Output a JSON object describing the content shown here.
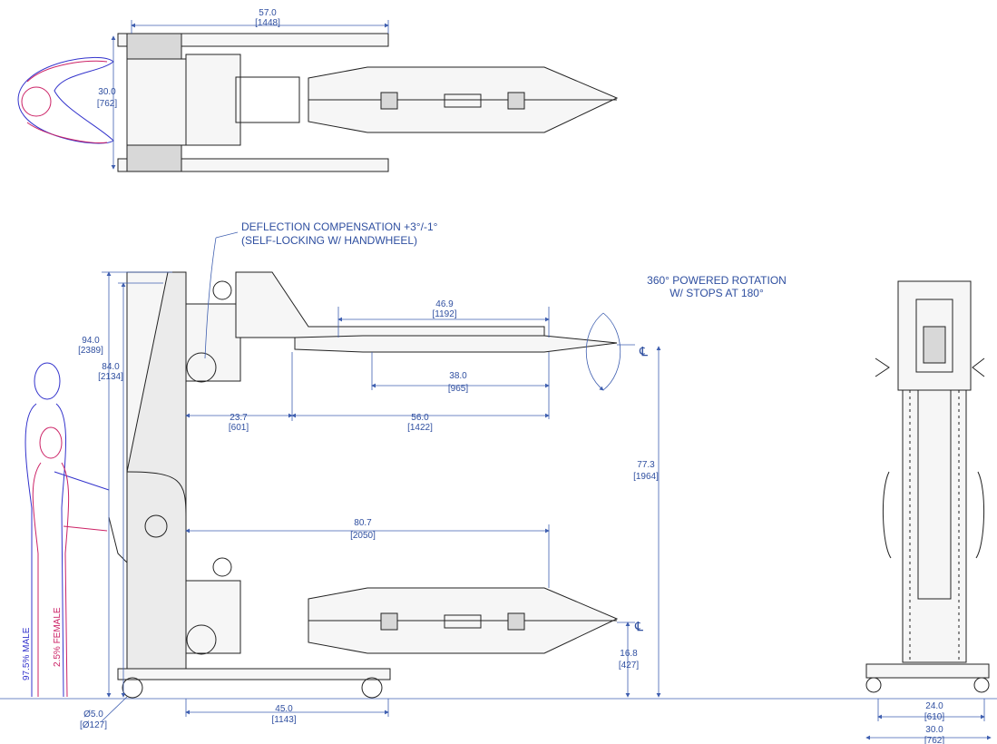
{
  "notes": {
    "deflection_line1": "DEFLECTION COMPENSATION +3°/-1°",
    "deflection_line2": "(SELF-LOCKING W/ HANDWHEEL)",
    "rotation_line1": "360° POWERED ROTATION",
    "rotation_line2": "W/ STOPS AT 180°"
  },
  "figures": {
    "male": "97.5% MALE",
    "female": "2.5% FEMALE"
  },
  "centerline_symbol": "℄",
  "dimensions": {
    "top_length": {
      "in": "57.0",
      "mm": "[1448]"
    },
    "top_width": {
      "in": "30.0",
      "mm": "[762]"
    },
    "overall_height": {
      "in": "94.0",
      "mm": "[2389]"
    },
    "column_height": {
      "in": "84.0",
      "mm": "[2134]"
    },
    "upper_arm_length": {
      "in": "46.9",
      "mm": "[1192]"
    },
    "fork_length": {
      "in": "38.0",
      "mm": "[965]"
    },
    "mast_to_fork": {
      "in": "23.7",
      "mm": "[601]"
    },
    "fork_reach": {
      "in": "56.0",
      "mm": "[1422]"
    },
    "max_center_height": {
      "in": "77.3",
      "mm": "[1964]"
    },
    "lower_reach": {
      "in": "80.7",
      "mm": "[2050]"
    },
    "min_center_height": {
      "in": "16.8",
      "mm": "[427]"
    },
    "base_length": {
      "in": "45.0",
      "mm": "[1143]"
    },
    "caster_dia": {
      "in": "Ø5.0",
      "mm": "[Ø127]"
    },
    "end_inner_width": {
      "in": "24.0",
      "mm": "[610]"
    },
    "end_outer_width": {
      "in": "30.0",
      "mm": "[762]"
    }
  }
}
